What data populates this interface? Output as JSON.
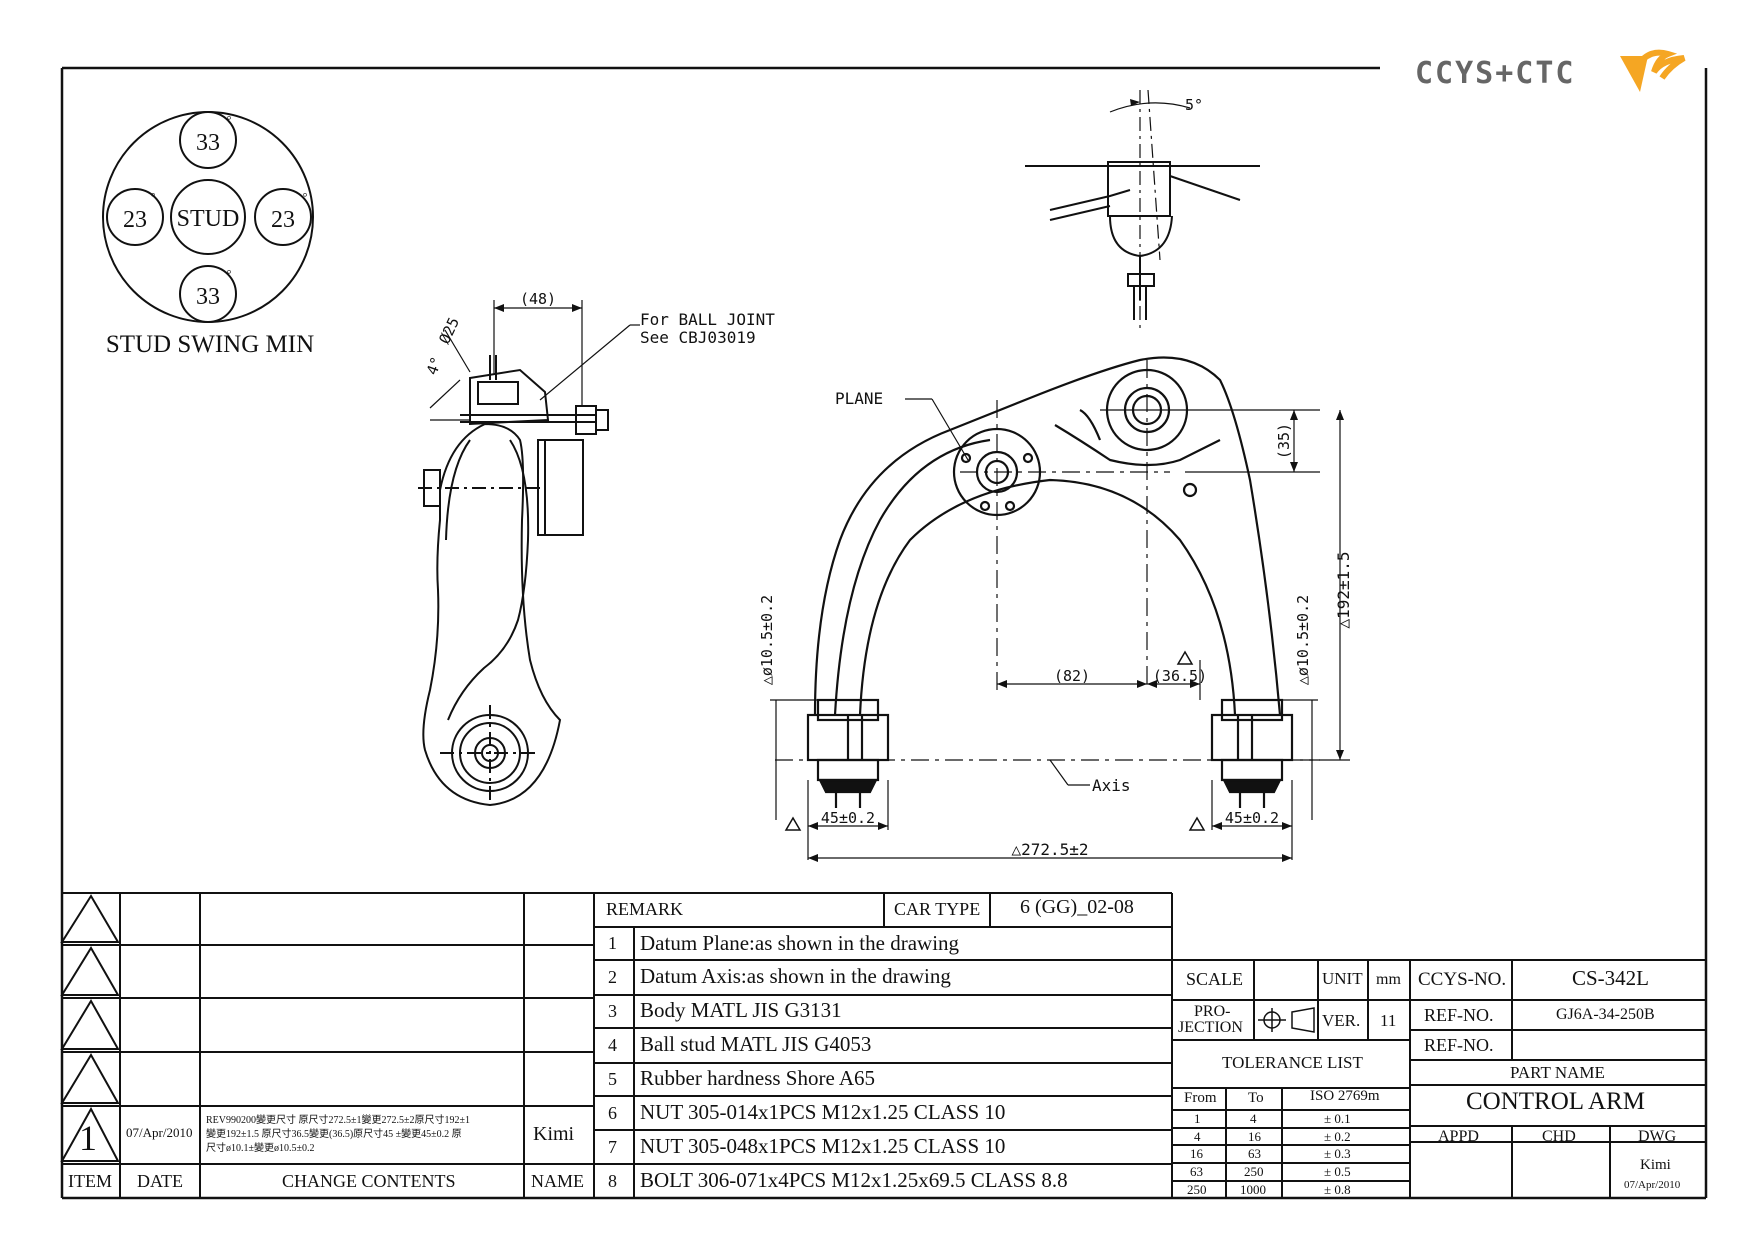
{
  "logo": {
    "text": "CCYS+CTC",
    "accent_color": "#f5a623",
    "text_color": "#666666"
  },
  "stud_swing": {
    "title": "STUD SWING MIN",
    "center": "STUD",
    "top": "33",
    "bottom": "33",
    "left": "23",
    "right": "23",
    "degree_symbol": "°"
  },
  "side_view": {
    "dim_48": "(48)",
    "dim_phi25": "Ø25",
    "dim_4deg": "4°",
    "note_line1": "For BALL JOINT",
    "note_line2": "See CBJ03019"
  },
  "top_view": {
    "dim_5deg": "5°"
  },
  "front_view": {
    "plane_label": "PLANE",
    "axis_label": "Axis",
    "dim_35": "(35)",
    "dim_192": "△192±1.5",
    "dim_82": "(82)",
    "dim_36_5": "(36.5)",
    "dim_phi_left": "△ø10.5±0.2",
    "dim_phi_right": "△ø10.5±0.2",
    "dim_45_left": "45±0.2",
    "dim_45_right": "45±0.2",
    "dim_272": "△272.5±2",
    "triangle": "△"
  },
  "revision_table": {
    "rows": [
      {
        "item": "",
        "date": "",
        "contents": "",
        "name": ""
      },
      {
        "item": "",
        "date": "",
        "contents": "",
        "name": ""
      },
      {
        "item": "",
        "date": "",
        "contents": "",
        "name": ""
      },
      {
        "item": "",
        "date": "",
        "contents": "",
        "name": ""
      },
      {
        "item": "1",
        "date": "07/Apr/2010",
        "contents_line1": "REV990200變更尺寸 原尺寸272.5±1變更272.5±2原尺寸192±1",
        "contents_line2": "變更192±1.5 原尺寸36.5變更(36.5)原尺寸45 ±變更45±0.2 原",
        "contents_line3": "尺寸ø10.1±變更ø10.5±0.2",
        "name": "Kimi"
      }
    ],
    "headers": {
      "item": "ITEM",
      "date": "DATE",
      "contents": "CHANGE CONTENTS",
      "name": "NAME"
    }
  },
  "remarks": {
    "header": "REMARK",
    "car_type_label": "CAR TYPE",
    "car_type_value": "6 (GG)_02-08",
    "items": [
      {
        "n": "1",
        "text": "Datum Plane:as shown in the drawing"
      },
      {
        "n": "2",
        "text": "Datum Axis:as shown in the drawing"
      },
      {
        "n": "3",
        "text": "Body MATL JIS G3131"
      },
      {
        "n": "4",
        "text": "Ball stud MATL JIS G4053"
      },
      {
        "n": "5",
        "text": "Rubber hardness Shore A65"
      },
      {
        "n": "6",
        "text": "NUT 305-014x1PCS M12x1.25 CLASS 10"
      },
      {
        "n": "7",
        "text": "NUT 305-048x1PCS M12x1.25 CLASS 10"
      },
      {
        "n": "8",
        "text": "BOLT 306-071x4PCS M12x1.25x69.5 CLASS 8.8"
      }
    ]
  },
  "title_block": {
    "scale_label": "SCALE",
    "unit_label": "UNIT",
    "unit_value": "mm",
    "projection_label_1": "PRO-",
    "projection_label_2": "JECTION",
    "ver_label": "VER.",
    "ver_value": "11",
    "tolerance_title": "TOLERANCE LIST",
    "tol_headers": {
      "from": "From",
      "to": "To",
      "iso": "ISO 2769m"
    },
    "tolerances": [
      {
        "from": "1",
        "to": "4",
        "tol": "± 0.1"
      },
      {
        "from": "4",
        "to": "16",
        "tol": "± 0.2"
      },
      {
        "from": "16",
        "to": "63",
        "tol": "± 0.3"
      },
      {
        "from": "63",
        "to": "250",
        "tol": "± 0.5"
      },
      {
        "from": "250",
        "to": "1000",
        "tol": "± 0.8"
      }
    ],
    "ccys_no_label": "CCYS-NO.",
    "ccys_no_value": "CS-342L",
    "ref_no_label": "REF-NO.",
    "ref_no_value": "GJ6A-34-250B",
    "ref_no_label_2": "REF-NO.",
    "ref_no_value_2": "",
    "part_name_label": "PART NAME",
    "part_name_value": "CONTROL ARM",
    "appd_label": "APPD",
    "chd_label": "CHD",
    "dwg_label": "DWG",
    "dwg_name": "Kimi",
    "dwg_date": "07/Apr/2010"
  }
}
